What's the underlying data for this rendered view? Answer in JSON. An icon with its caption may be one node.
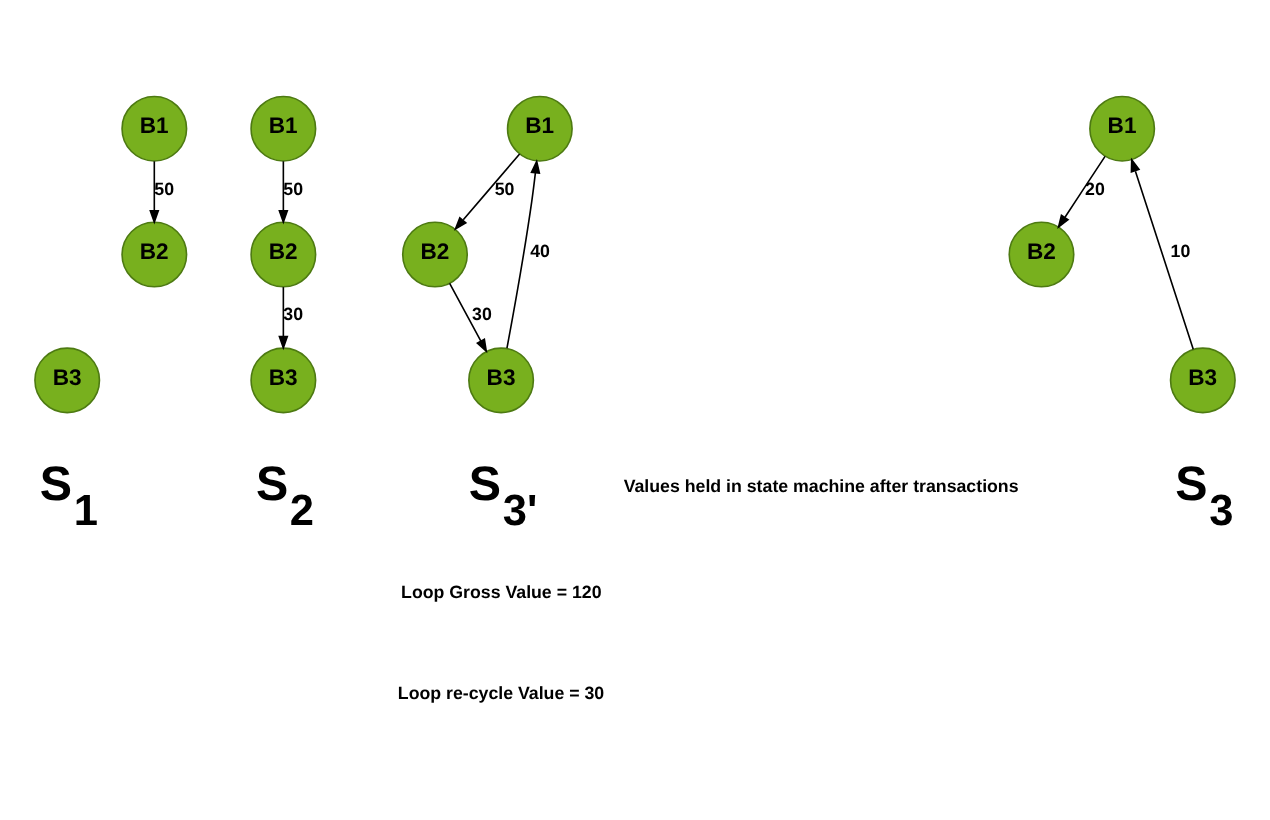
{
  "diagram": {
    "nodes": [
      {
        "text": [
          "B1"
        ]
      },
      {
        "text": [
          "B2"
        ]
      },
      {
        "text": [
          "B3"
        ]
      },
      {
        "text": [
          "B1"
        ]
      },
      {
        "text": [
          "B2"
        ]
      },
      {
        "text": [
          "B3"
        ]
      },
      {
        "text": [
          "B1"
        ]
      },
      {
        "text": [
          "B2"
        ]
      },
      {
        "text": [
          "B3"
        ]
      },
      {
        "text": [
          "B1"
        ]
      },
      {
        "text": [
          "B2"
        ]
      },
      {
        "text": [
          "B3"
        ]
      }
    ],
    "edges": [
      {
        "from": 0,
        "to": 1,
        "arrow": "to",
        "label": "50"
      },
      {
        "from": 3,
        "to": 4,
        "arrow": "to",
        "label": "50"
      },
      {
        "from": 4,
        "to": 5,
        "arrow": "to",
        "label": "30"
      },
      {
        "from": 6,
        "to": 7,
        "arrow": "to",
        "label": "50"
      },
      {
        "from": 7,
        "to": 8,
        "arrow": "to",
        "label": "30"
      },
      {
        "from": 8,
        "to": 6,
        "arrow": "to",
        "label": "40"
      },
      {
        "from": 9,
        "to": 10,
        "arrow": "to",
        "label": "20"
      },
      {
        "from": 11,
        "to": 9,
        "arrow": "to",
        "label": "10"
      }
    ],
    "labels": [
      "Values held in state machine after transactions",
      "S$_{1}$",
      "S$_{2}$",
      "S$_{3'}$",
      "S$_{3}$",
      "Loop Gross Value = 120",
      "Loop re-cycle Value = 30"
    ]
  }
}
